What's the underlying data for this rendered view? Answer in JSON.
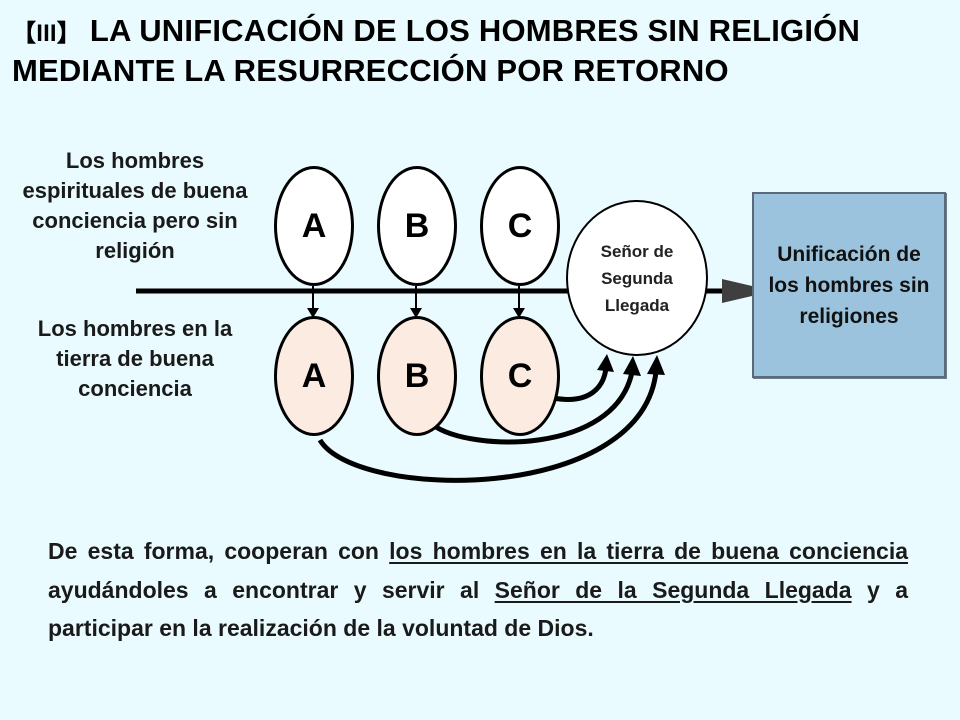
{
  "title": {
    "roman_numeral": "【III】",
    "text": " LA UNIFICACIÓN DE LOS HOMBRES SIN RELIGIÓN MEDIANTE LA RESURRECCIÓN POR RETORNO"
  },
  "diagram": {
    "top_label": "Los hombres espirituales de buena conciencia pero sin religión",
    "bottom_label": "Los hombres en la tierra de buena conciencia",
    "top_ovals": [
      "A",
      "B",
      "C"
    ],
    "bottom_ovals": [
      "A",
      "B",
      "C"
    ],
    "lord_label": "Señor de Segunda Llegada",
    "result_label": "Unificación de los hombres sin religiones"
  },
  "paragraph": {
    "part1": "De esta forma, cooperan con ",
    "link1": "los hombres en la tierra de buena conciencia",
    "part2": " ayudándoles a encontrar y servir al ",
    "link2": "Señor de la Segunda Llegada",
    "part3": " y a participar en la realización de la voluntad de Dios."
  },
  "colors": {
    "background": "#e9fbff",
    "result_box": "#9cc3dd",
    "bottom_oval": "#fcebe1",
    "arrow": "#3f3f3f"
  }
}
